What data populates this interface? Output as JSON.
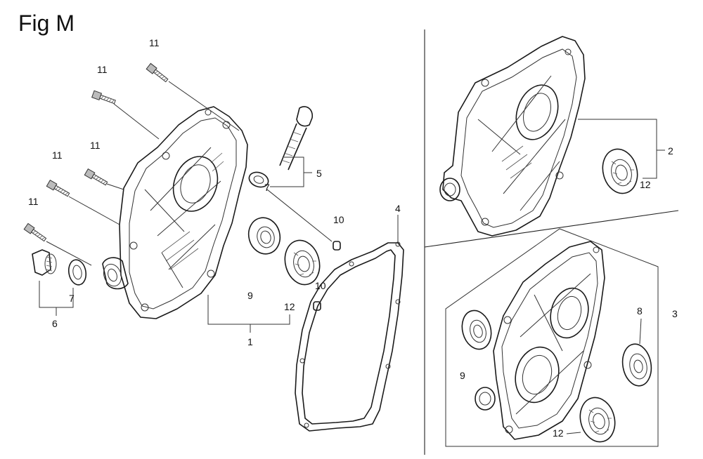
{
  "figure": {
    "title": "Fig M",
    "labels": {
      "n11a": "11",
      "n11b": "11",
      "n11c": "11",
      "n11d": "11",
      "n11e": "11",
      "n5": "5",
      "n7a": "7",
      "n7b": "7",
      "n6": "6",
      "n10a": "10",
      "n10b": "10",
      "n9a": "9",
      "n12a": "12",
      "n1": "1",
      "n4": "4",
      "n2": "2",
      "n12b": "12",
      "n3": "3",
      "n8": "8",
      "n9b": "9",
      "n12c": "12"
    }
  }
}
